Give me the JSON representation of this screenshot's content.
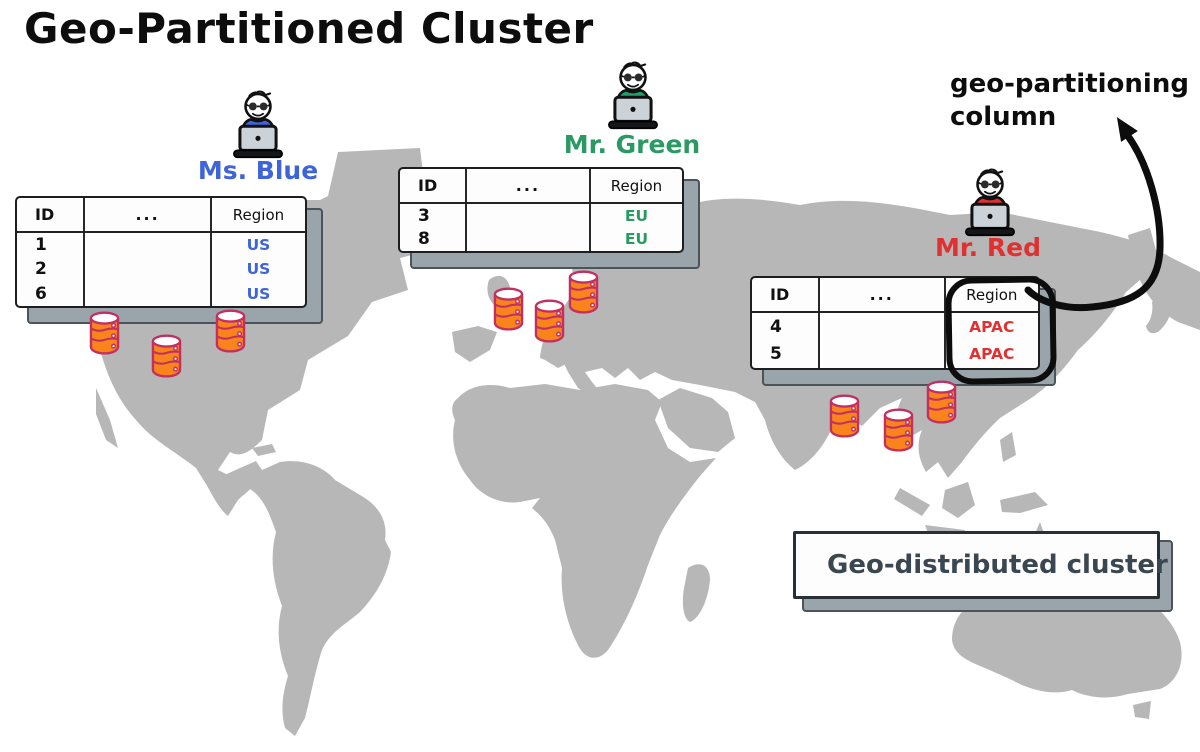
{
  "title": "Geo-Partitioned Cluster",
  "annotation": {
    "line1": "geo-partitioning",
    "line2": "column"
  },
  "users": [
    {
      "name": "Ms. Blue",
      "color": "#3f63d8",
      "region": "US"
    },
    {
      "name": "Mr. Green",
      "color": "#2b9a62",
      "region": "EU"
    },
    {
      "name": "Mr. Red",
      "color": "#e03131",
      "region": "APAC"
    }
  ],
  "tables": [
    {
      "region": "US",
      "headers": [
        "ID",
        "...",
        "Region"
      ],
      "rows": [
        {
          "id": "1",
          "region": "US"
        },
        {
          "id": "2",
          "region": "US"
        },
        {
          "id": "6",
          "region": "US"
        }
      ]
    },
    {
      "region": "EU",
      "headers": [
        "ID",
        "...",
        "Region"
      ],
      "rows": [
        {
          "id": "3",
          "region": "EU"
        },
        {
          "id": "8",
          "region": "EU"
        }
      ]
    },
    {
      "region": "APAC",
      "headers": [
        "ID",
        "...",
        "Region"
      ],
      "rows": [
        {
          "id": "4",
          "region": "APAC"
        },
        {
          "id": "5",
          "region": "APAC"
        }
      ],
      "highlight": "Region column circled, arrow points to geo-partitioning column note"
    }
  ],
  "legend": {
    "icon": "database-icon",
    "label": "Geo-distributed cluster"
  },
  "databases": {
    "per_region_count": 3,
    "regions": [
      "US",
      "EU",
      "APAC"
    ]
  },
  "colors": {
    "us_value": "#3f63d8",
    "eu_value": "#2b9a62",
    "apac_value": "#e03131",
    "database_fill": "#f8841b",
    "database_outline": "#c22f61",
    "map_gray": "#b7b7b7",
    "ink": "#0d0d0d",
    "legend_text": "#3a4750"
  }
}
